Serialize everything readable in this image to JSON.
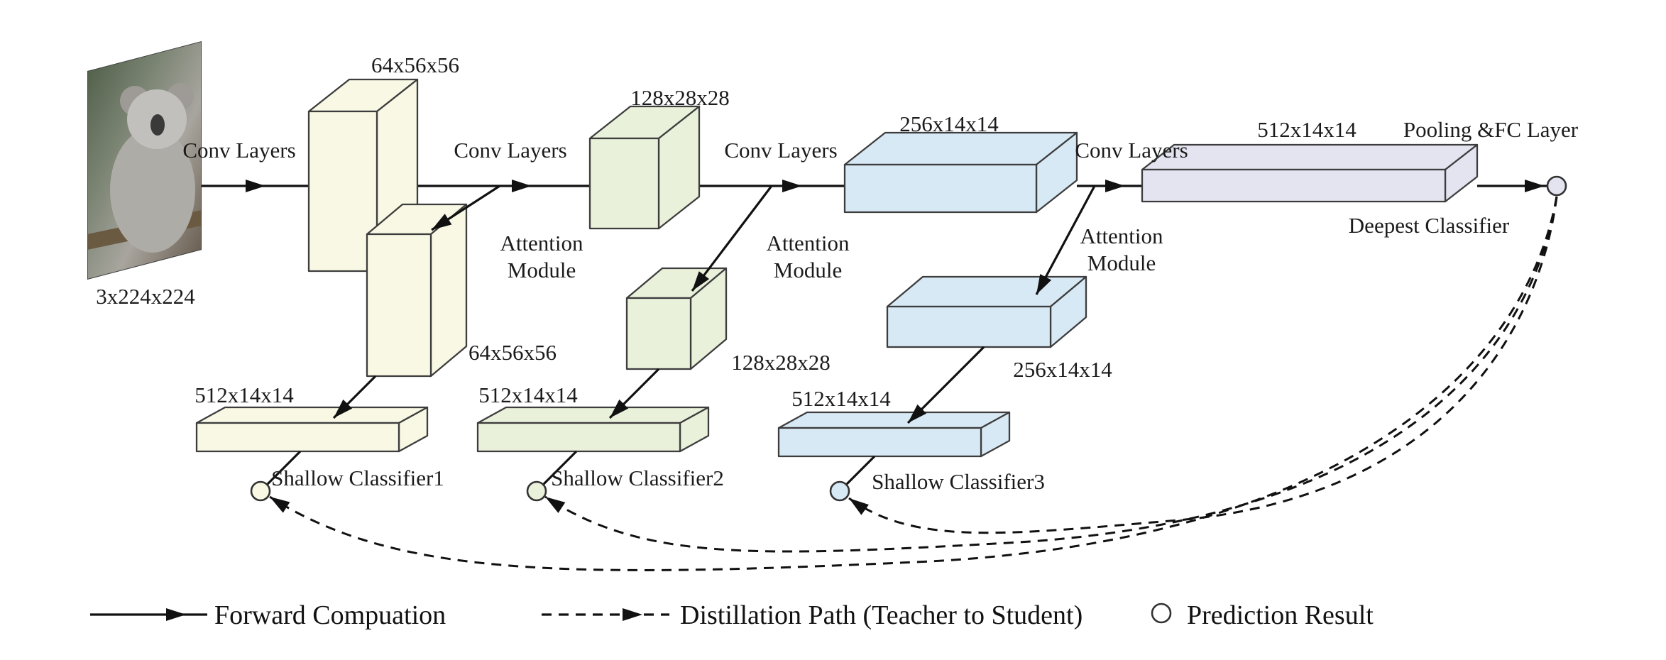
{
  "figure": {
    "input": {
      "dim_label": "3x224x224"
    },
    "conv_layer_labels": [
      "Conv Layers",
      "Conv Layers",
      "Conv Layers",
      "Conv Layers"
    ],
    "attention_module_labels": [
      "Attention Module",
      "Attention Module",
      "Attention Module"
    ],
    "main_blocks": [
      {
        "dim_label": "64x56x56",
        "color": "#f8f8e4"
      },
      {
        "dim_label": "128x28x28",
        "color": "#e9f1da"
      },
      {
        "dim_label": "256x14x14",
        "color": "#d8e9f6"
      },
      {
        "dim_label": "512x14x14",
        "color": "#e4e4f1"
      }
    ],
    "branch_blocks": [
      {
        "dim_label": "64x56x56",
        "color": "#f8f8e4"
      },
      {
        "dim_label": "128x28x28",
        "color": "#e9f1da"
      },
      {
        "dim_label": "256x14x14",
        "color": "#d8e9f6"
      }
    ],
    "classifiers": [
      {
        "dim_label": "512x14x14",
        "name": "Shallow Classifier1",
        "color": "#f8f8e4"
      },
      {
        "dim_label": "512x14x14",
        "name": "Shallow Classifier2",
        "color": "#e9f1da"
      },
      {
        "dim_label": "512x14x14",
        "name": "Shallow Classifier3",
        "color": "#d8e9f6"
      }
    ],
    "deepest": {
      "pooling_label": "Pooling &FC Layer",
      "name": "Deepest Classifier"
    },
    "legend": {
      "forward": "Forward Compuation",
      "distillation": "Distillation Path (Teacher to Student)",
      "prediction": "Prediction Result"
    },
    "colors": {
      "line": "#111111",
      "box_stroke": "#3d3d3d"
    }
  }
}
